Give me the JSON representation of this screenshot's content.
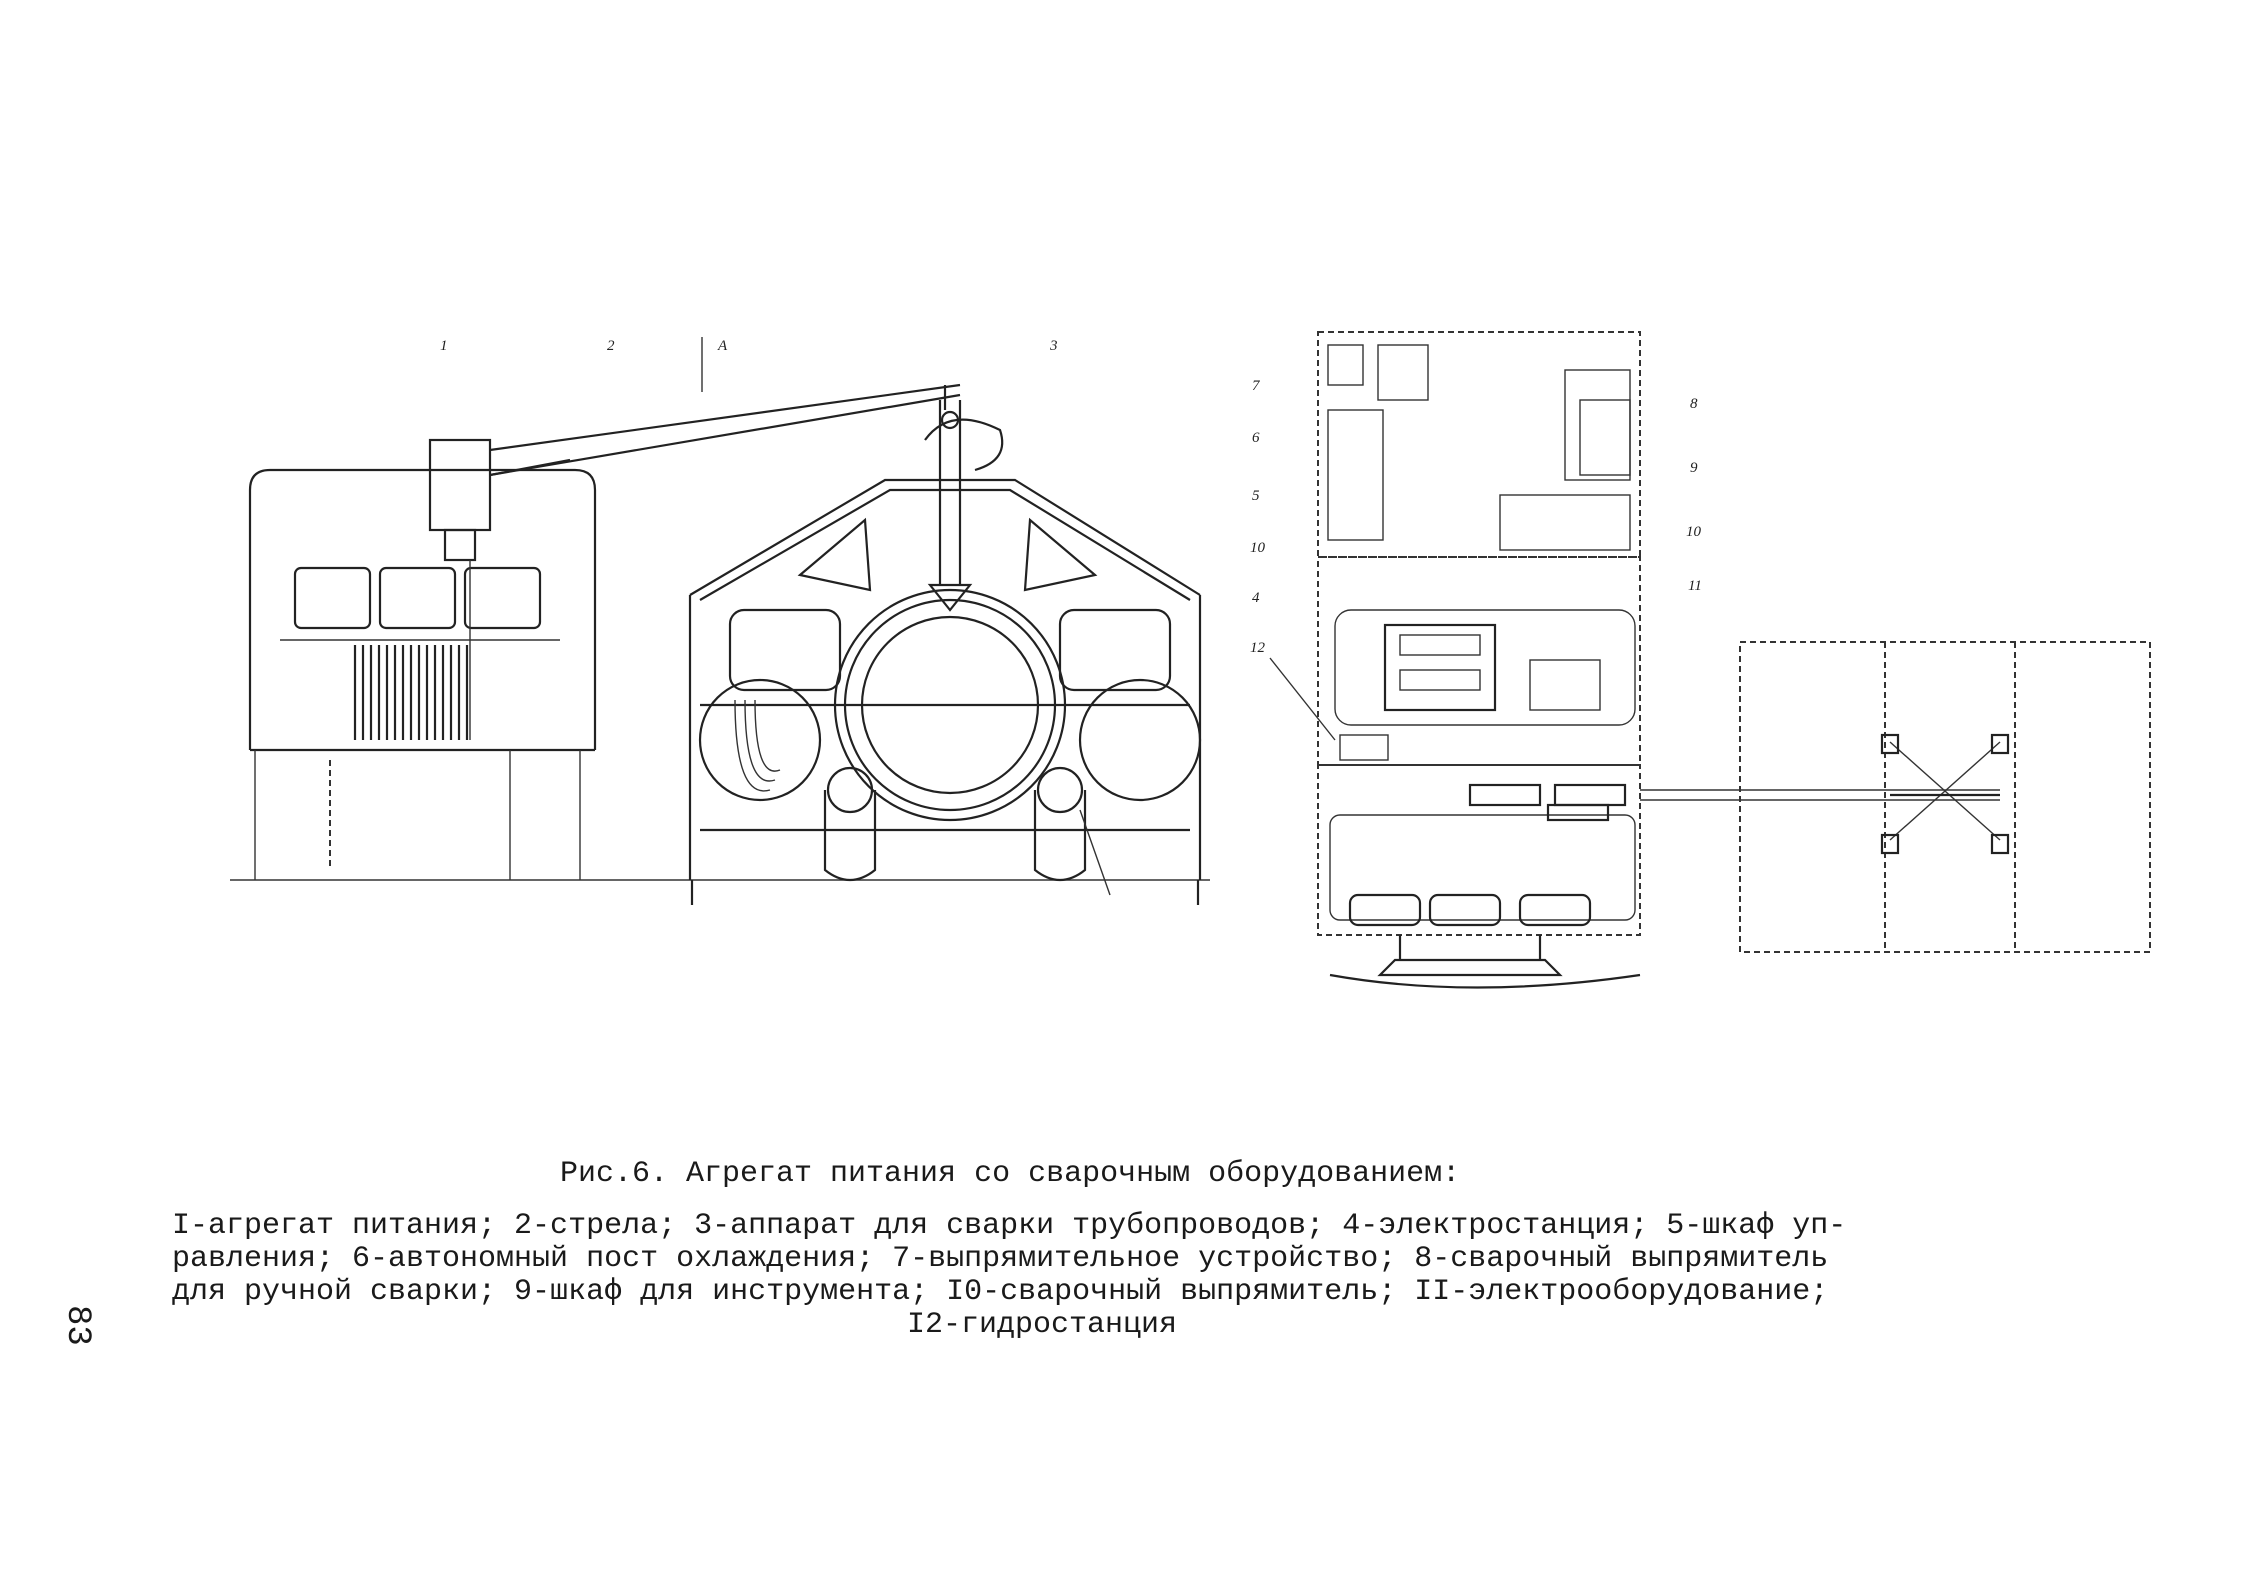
{
  "figure": {
    "callouts": [
      "1",
      "2",
      "A",
      "3",
      "7",
      "6",
      "5",
      "10",
      "4",
      "12",
      "8",
      "9",
      "10",
      "11"
    ],
    "caption_title": "Рис.6. Агрегат питания со сварочным оборудованием:",
    "caption_lines": [
      "I-агрегат питания; 2-стрела; 3-аппарат для сварки трубопроводов; 4-электростанция; 5-шкаф уп-",
      "равления; 6-автономный пост охлаждения; 7-выпрямительное устройство; 8-сварочный выпрямитель",
      "для ручной сварки; 9-шкаф для инструмента; I0-сварочный выпрямитель; II-электрооборудование;",
      "I2-гидростанция"
    ]
  },
  "page": {
    "number": "83"
  }
}
